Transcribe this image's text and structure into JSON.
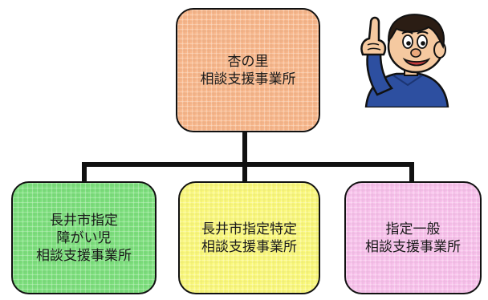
{
  "colors": {
    "top_box": "#f9b88c",
    "left_box": "#7de07d",
    "middle_box": "#fbf97c",
    "right_box": "#f9c2ec",
    "border": "#111111",
    "connector": "#111111"
  },
  "pattern": "fine grid texture",
  "illustration": "boy-pointing-up-icon",
  "nodes": {
    "top": {
      "lines": [
        "杏の里",
        "相談支援事業所"
      ]
    },
    "left": {
      "lines": [
        "長井市指定",
        "障がい児",
        "相談支援事業所"
      ]
    },
    "middle": {
      "lines": [
        "長井市指定特定",
        "相談支援事業所"
      ]
    },
    "right": {
      "lines": [
        "指定一般",
        "相談支援事業所"
      ]
    }
  }
}
